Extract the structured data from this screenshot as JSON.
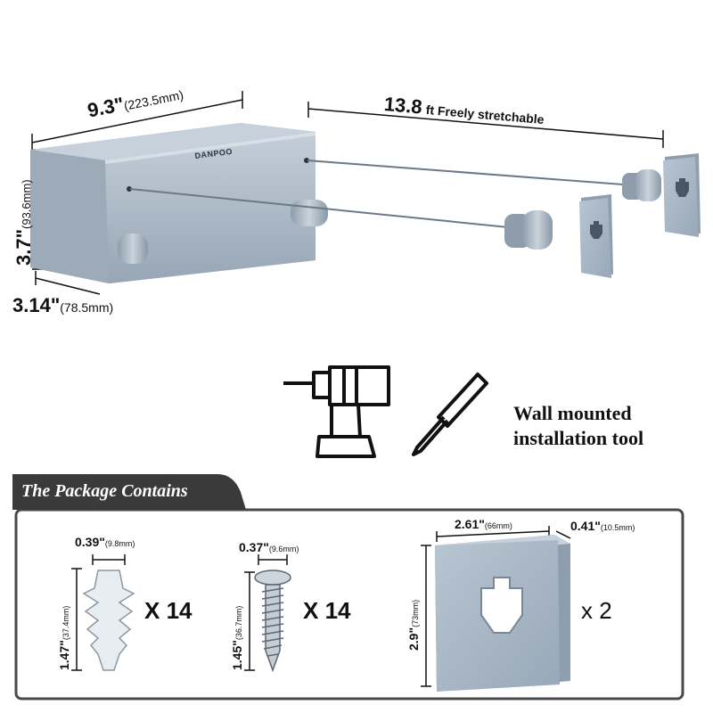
{
  "product": {
    "brand": "DANPOO",
    "width_label": "9.3\"",
    "width_mm": "(223.5mm)",
    "height_label": "3.7\"",
    "height_mm": "(93.6mm)",
    "depth_label": "3.14\"",
    "depth_mm": "(78.5mm)",
    "stretch_value": "13.8",
    "stretch_text": "ft Freely stretchable"
  },
  "tools": {
    "line1": "Wall mounted",
    "line2": "installation tool",
    "icons": [
      "drill-icon",
      "screwdriver-icon"
    ]
  },
  "package": {
    "title": "The Package Contains",
    "anchor": {
      "width_label": "0.39\"",
      "width_mm": "(9.8mm)",
      "length_label": "1.47\"",
      "length_mm": "(37.4mm)",
      "quantity": "X 14"
    },
    "screw": {
      "width_label": "0.37\"",
      "width_mm": "(9.6mm)",
      "length_label": "1.45\"",
      "length_mm": "(36.7mm)",
      "quantity": "X 14"
    },
    "plate": {
      "width_label": "2.61\"",
      "width_mm": "(66mm)",
      "depth_label": "0.41\"",
      "depth_mm": "(10.5mm)",
      "height_label": "2.9\"",
      "height_mm": "(73mm)",
      "quantity": "x 2"
    }
  },
  "colors": {
    "product_body": "#a9b6c3",
    "product_dark": "#8e9cab",
    "banner": "#3a3a3a",
    "frame": "#4a4a4a"
  }
}
